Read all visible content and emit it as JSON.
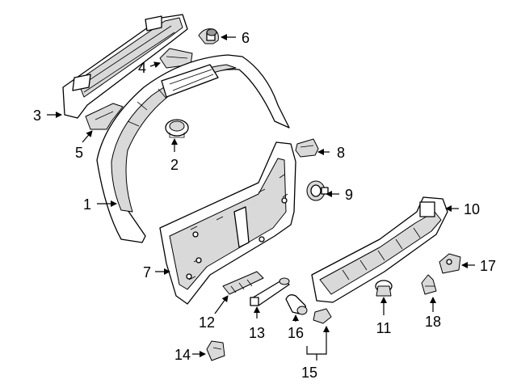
{
  "callouts": [
    {
      "id": "1",
      "label": "1"
    },
    {
      "id": "2",
      "label": "2"
    },
    {
      "id": "3",
      "label": "3"
    },
    {
      "id": "4",
      "label": "4"
    },
    {
      "id": "5",
      "label": "5"
    },
    {
      "id": "6",
      "label": "6"
    },
    {
      "id": "7",
      "label": "7"
    },
    {
      "id": "8",
      "label": "8"
    },
    {
      "id": "9",
      "label": "9"
    },
    {
      "id": "10",
      "label": "10"
    },
    {
      "id": "11",
      "label": "11"
    },
    {
      "id": "12",
      "label": "12"
    },
    {
      "id": "13",
      "label": "13"
    },
    {
      "id": "14",
      "label": "14"
    },
    {
      "id": "15",
      "label": "15"
    },
    {
      "id": "16",
      "label": "16"
    },
    {
      "id": "17",
      "label": "17"
    },
    {
      "id": "18",
      "label": "18"
    }
  ],
  "colors": {
    "line": "#000000",
    "background": "#ffffff",
    "shade": "#d9d9d9"
  }
}
